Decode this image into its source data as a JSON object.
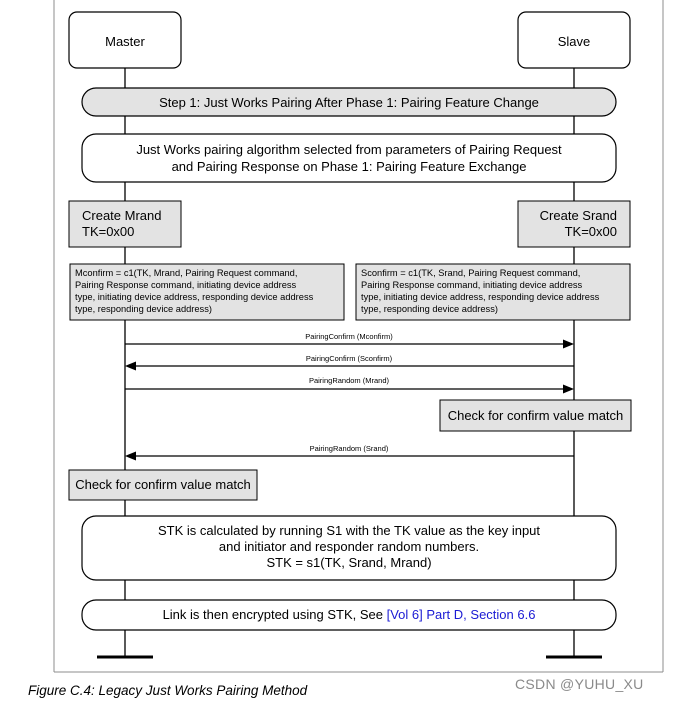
{
  "participants": {
    "master": "Master",
    "slave": "Slave"
  },
  "step1": "Step 1: Just Works Pairing After Phase 1: Pairing Feature Change",
  "selection_box": {
    "line1": "Just Works pairing algorithm selected from parameters of Pairing Request",
    "line2": "and Pairing Response on Phase 1: Pairing Feature Exchange"
  },
  "master_create": {
    "line1": "Create Mrand",
    "line2": "TK=0x00"
  },
  "slave_create": {
    "line1": "Create Srand",
    "line2": "TK=0x00"
  },
  "mconfirm_lines": [
    "Mconfirm = c1(TK, Mrand, Pairing Request command,",
    "Pairing Response command, initiating device address",
    "type, initiating device address, responding device address",
    "type, responding device address)"
  ],
  "sconfirm_lines": [
    "Sconfirm = c1(TK, Srand, Pairing Request command,",
    "Pairing Response command, initiating device address",
    "type, initiating device address, responding device address",
    "type, responding device address)"
  ],
  "messages": {
    "m1": "PairingConfirm (Mconfirm)",
    "m2": "PairingConfirm (Sconfirm)",
    "m3": "PairingRandom (Mrand)",
    "m4": "PairingRandom (Srand)"
  },
  "slave_check": "Check for confirm value match",
  "master_check": "Check for confirm value match",
  "stk_box": {
    "line1": "STK is calculated by running S1 with the TK value as the key input",
    "line2": "and initiator and responder random numbers.",
    "line3": "STK = s1(TK, Srand, Mrand)"
  },
  "link_box": {
    "prefix": "Link is then encrypted using STK, See ",
    "link": "[Vol 6] Part D, Section 6.6"
  },
  "caption": "Figure C.4:  Legacy Just Works Pairing Method",
  "watermark": "CSDN @YUHU_XU",
  "colors": {
    "box_fill": "#e3e3e3",
    "line": "#000000",
    "link": "#1a1ad4",
    "frame": "#8c8c8c"
  }
}
